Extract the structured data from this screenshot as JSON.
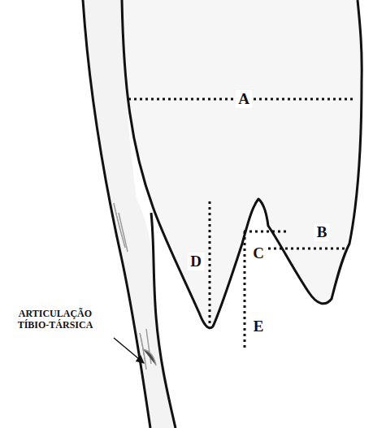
{
  "diagram": {
    "labels": [
      "A",
      "B",
      "C",
      "D",
      "E",
      "ARTICULAÇÃO TÍBIO-TÁRSICA"
    ]
  }
}
